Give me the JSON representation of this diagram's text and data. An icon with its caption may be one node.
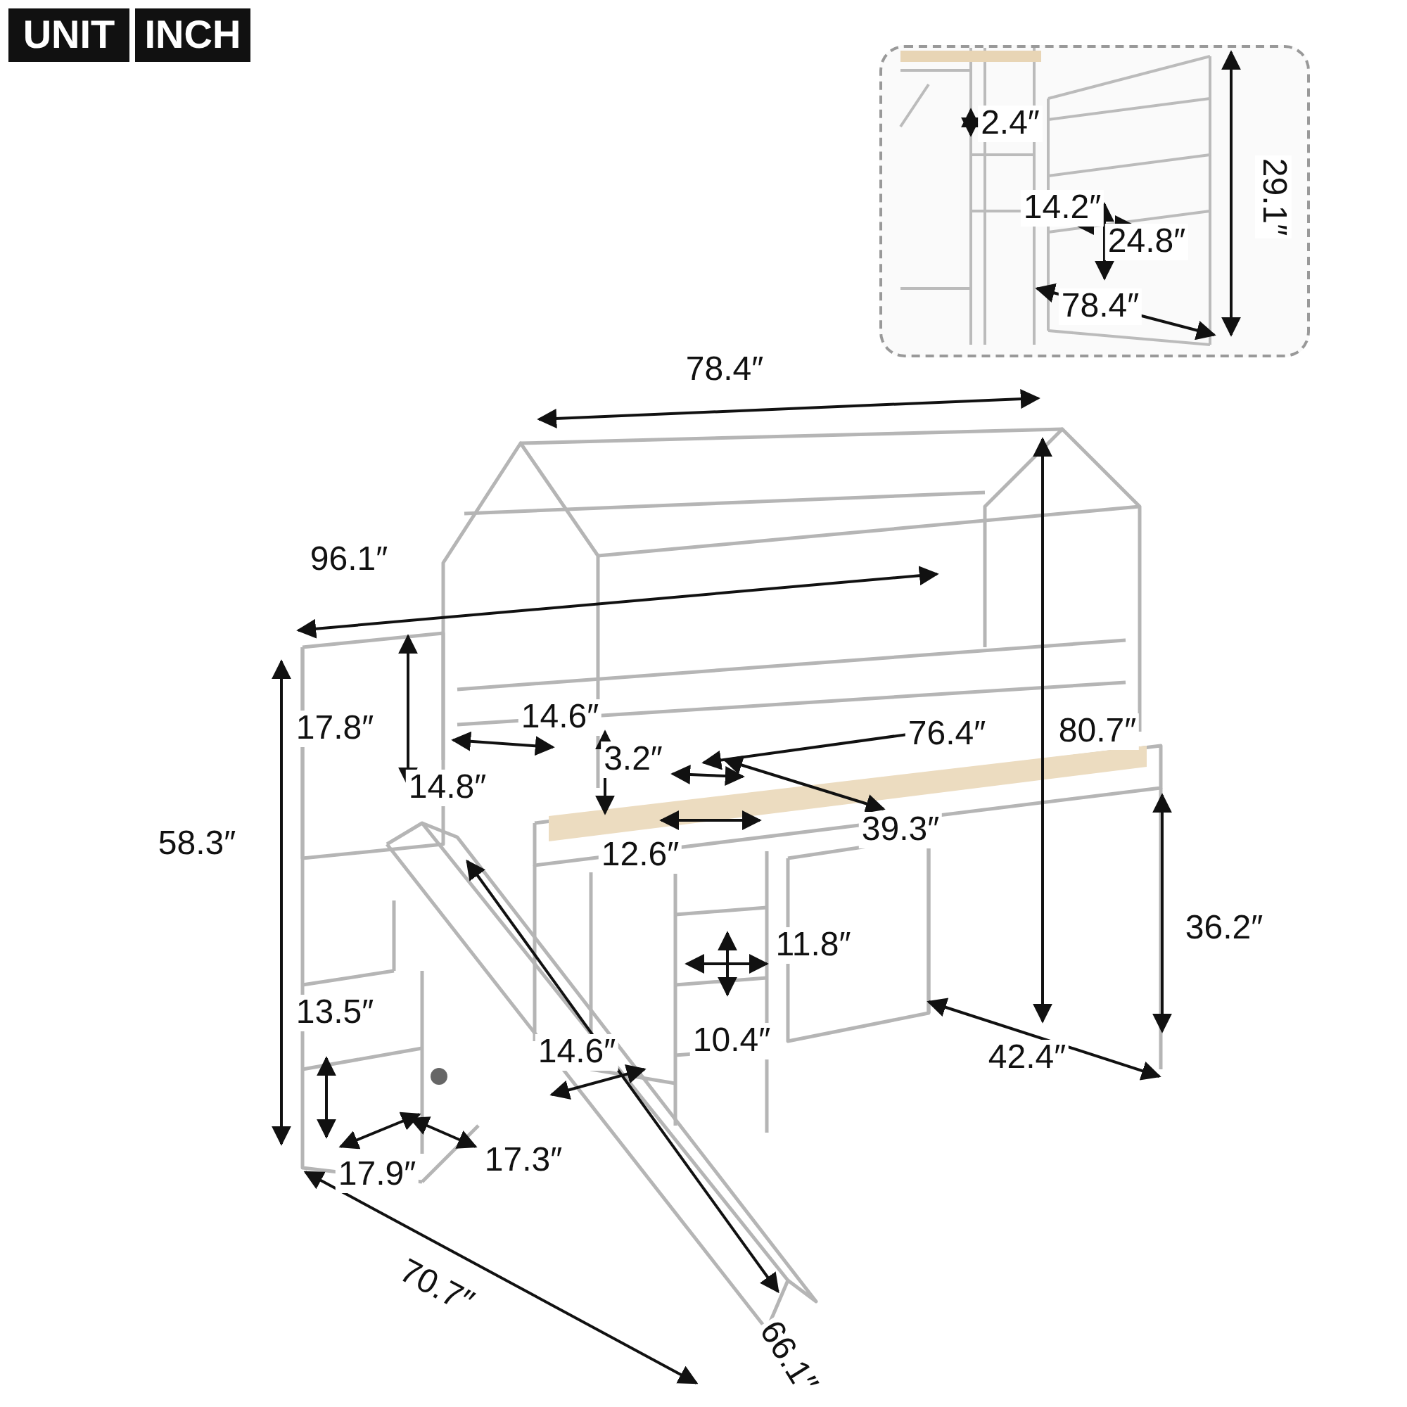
{
  "diagram": {
    "labels": [
      "UNIT",
      "INCH",
      "2.4″",
      "14.2″",
      "29.1″",
      "24.8″",
      "78.4″",
      "78.4″",
      "96.1″",
      "17.8″",
      "14.6″",
      "3.2″",
      "76.4″",
      "80.7″",
      "14.8″",
      "39.3″",
      "12.6″",
      "58.3″",
      "36.2″",
      "11.8″",
      "13.5″",
      "14.6″",
      "10.4″",
      "42.4″",
      "17.9″",
      "17.3″",
      "70.7″",
      "66.1″"
    ]
  }
}
